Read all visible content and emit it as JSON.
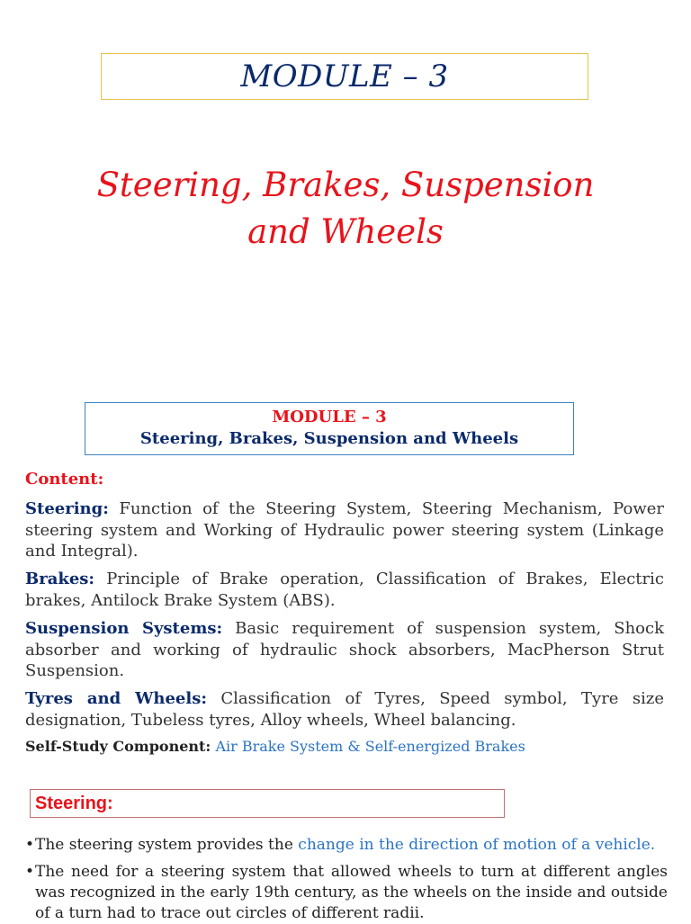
{
  "module_header": "MODULE – 3",
  "main_title_line1": "Steering, Brakes, Suspension",
  "main_title_line2": "and Wheels",
  "sub_box": {
    "line1": "MODULE – 3",
    "line2": "Steering, Brakes, Suspension and Wheels"
  },
  "content_heading": "Content:",
  "sections": [
    {
      "label": "Steering:",
      "text": "Function of the Steering System, Steering Mechanism, Power steering system and Working of Hydraulic power steering system (Linkage and Integral)."
    },
    {
      "label": "Brakes:",
      "text": "Principle of Brake operation, Classification of Brakes, Electric brakes, Antilock Brake System (ABS)."
    },
    {
      "label": "Suspension Systems:",
      "text": "Basic requirement of suspension system, Shock absorber and working of hydraulic shock absorbers, MacPherson Strut Suspension."
    },
    {
      "label": "Tyres and Wheels:",
      "text": "Classification of Tyres, Speed symbol, Tyre size designation,  Tubeless tyres, Alloy wheels,  Wheel balancing."
    }
  ],
  "self_study": {
    "label": "Self-Study Component:",
    "value": "Air Brake System & Self-energized Brakes"
  },
  "steering_heading": "Steering:",
  "bullets": [
    {
      "pre": "The steering system provides the ",
      "highlight": "change in the direction of motion of a vehicle.",
      "post": ""
    },
    {
      "pre": "The need for a steering system that allowed wheels to turn at different angles was recognized in the early 19th century, as the wheels on the inside and outside of a turn had to trace out circles of different radii.",
      "highlight": "",
      "post": ""
    }
  ],
  "bullet_glyph": "•"
}
